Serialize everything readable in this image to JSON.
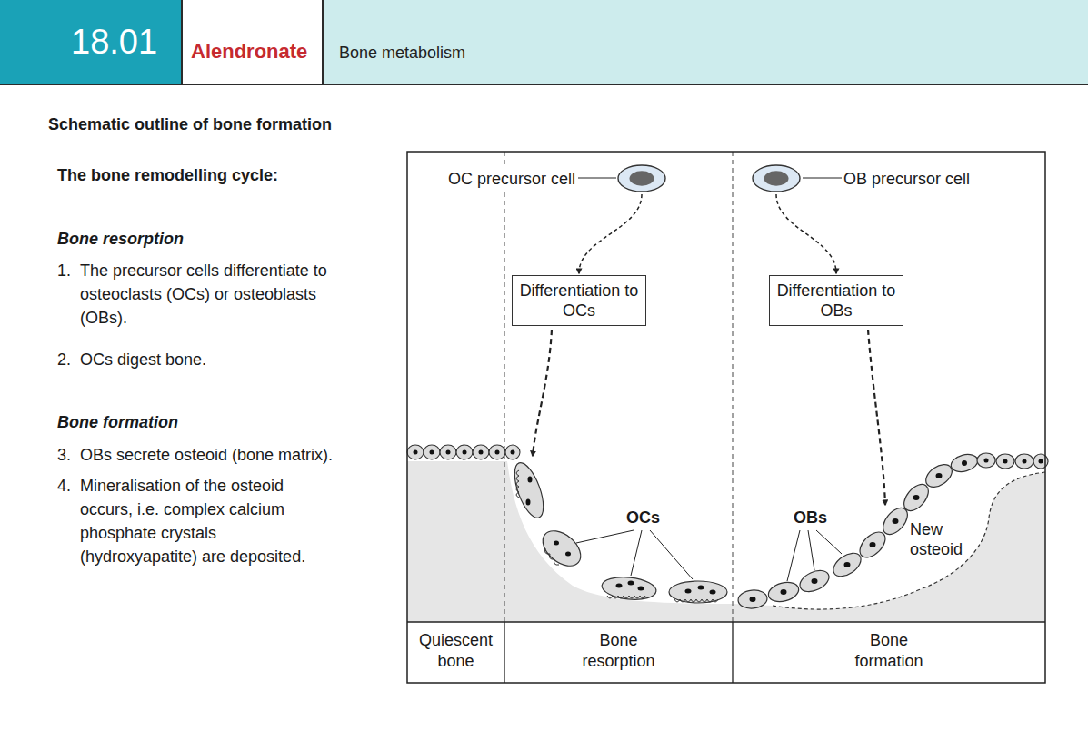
{
  "diagram": {
    "title": "Schematic outline of bone formation",
    "nodes": [
      {
        "text": [
          "OC precursor cell"
        ]
      },
      {
        "text": [
          "Differentiation to OCs"
        ]
      },
      {
        "text": [
          "OB precursor cell"
        ]
      },
      {
        "text": [
          "Differentiation to OBs"
        ]
      }
    ],
    "edges": [
      {
        "from": 0,
        "to": 1,
        "arrow": "to"
      },
      {
        "from": 2,
        "to": 3,
        "arrow": "to"
      }
    ],
    "labels": [
      "18.01",
      "Alendronate",
      "Bone metabolism",
      "The bone remodelling cycle:",
      "Bone resorption",
      "1.",
      "The precursor cells differentiate to osteoclasts (OCs) or osteoblasts (OBs).",
      "2.",
      "OCs digest bone.",
      "Bone formation",
      "3.",
      "OBs secrete osteoid (bone matrix).",
      "4.",
      "Mineralisation of the osteoid occurs, i.e. complex calcium phosphate crystals (hydroxyapatite) are deposited.",
      "OCs",
      "OBs",
      "New osteoid",
      "Quiescent bone",
      "Bone resorption",
      "Bone formation"
    ]
  }
}
